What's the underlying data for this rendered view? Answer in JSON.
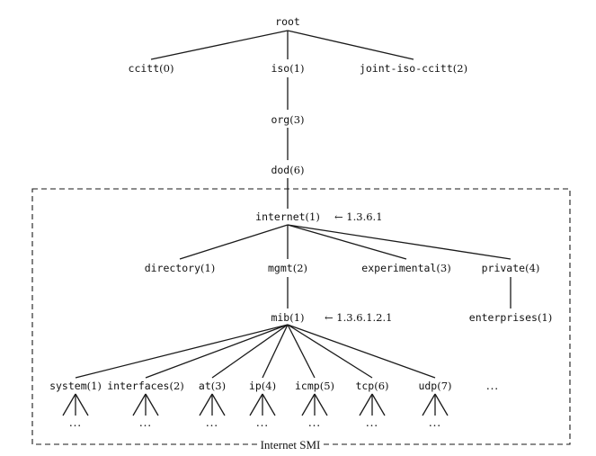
{
  "diagram": {
    "region_label": "Internet SMI",
    "nodes": {
      "root": {
        "name": "root",
        "num": ""
      },
      "ccitt": {
        "name": "ccitt",
        "num": "(0)"
      },
      "iso": {
        "name": "iso",
        "num": "(1)"
      },
      "joint": {
        "name": "joint-iso-ccitt",
        "num": "(2)"
      },
      "org": {
        "name": "org",
        "num": "(3)"
      },
      "dod": {
        "name": "dod",
        "num": "(6)"
      },
      "internet": {
        "name": "internet",
        "num": "(1)"
      },
      "directory": {
        "name": "directory",
        "num": "(1)"
      },
      "mgmt": {
        "name": "mgmt",
        "num": "(2)"
      },
      "experimental": {
        "name": "experimental",
        "num": "(3)"
      },
      "private": {
        "name": "private",
        "num": "(4)"
      },
      "mib": {
        "name": "mib",
        "num": "(1)"
      },
      "enterprises": {
        "name": "enterprises",
        "num": "(1)"
      },
      "system": {
        "name": "system",
        "num": "(1)"
      },
      "interfaces": {
        "name": "interfaces",
        "num": "(2)"
      },
      "at": {
        "name": "at",
        "num": "(3)"
      },
      "ip": {
        "name": "ip",
        "num": "(4)"
      },
      "icmp": {
        "name": "icmp",
        "num": "(5)"
      },
      "tcp": {
        "name": "tcp",
        "num": "(6)"
      },
      "udp": {
        "name": "udp",
        "num": "(7)"
      }
    },
    "annotations": {
      "internet_oid": "← 1.3.6.1",
      "mib_oid": "← 1.3.6.1.2.1"
    },
    "ellipsis": "…"
  }
}
